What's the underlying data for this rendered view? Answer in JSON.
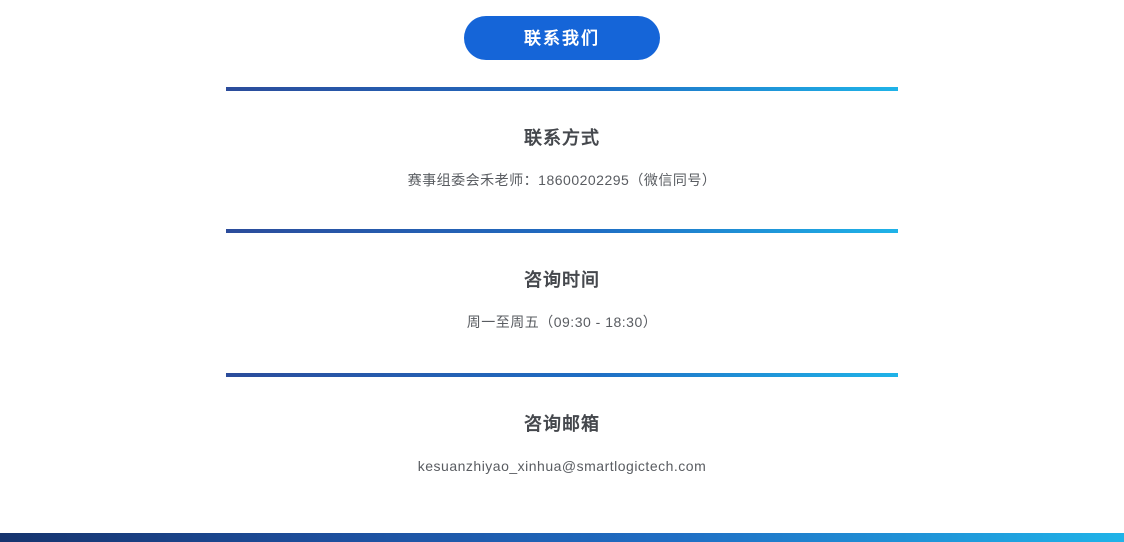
{
  "header": {
    "contact_button_label": "联系我们"
  },
  "sections": [
    {
      "title": "联系方式",
      "content": "赛事组委会禾老师：18600202295（微信同号）"
    },
    {
      "title": "咨询时间",
      "content": "周一至周五（09:30 - 18:30）"
    },
    {
      "title": "咨询邮箱",
      "content": "kesuanzhiyao_xinhua@smartlogictech.com"
    }
  ],
  "colors": {
    "button_blue": "#1565d8",
    "line_gradient_start": "#2b4c9b",
    "line_gradient_end": "#1fb3e8",
    "heading_text": "#45484d",
    "body_text": "#595c61"
  }
}
